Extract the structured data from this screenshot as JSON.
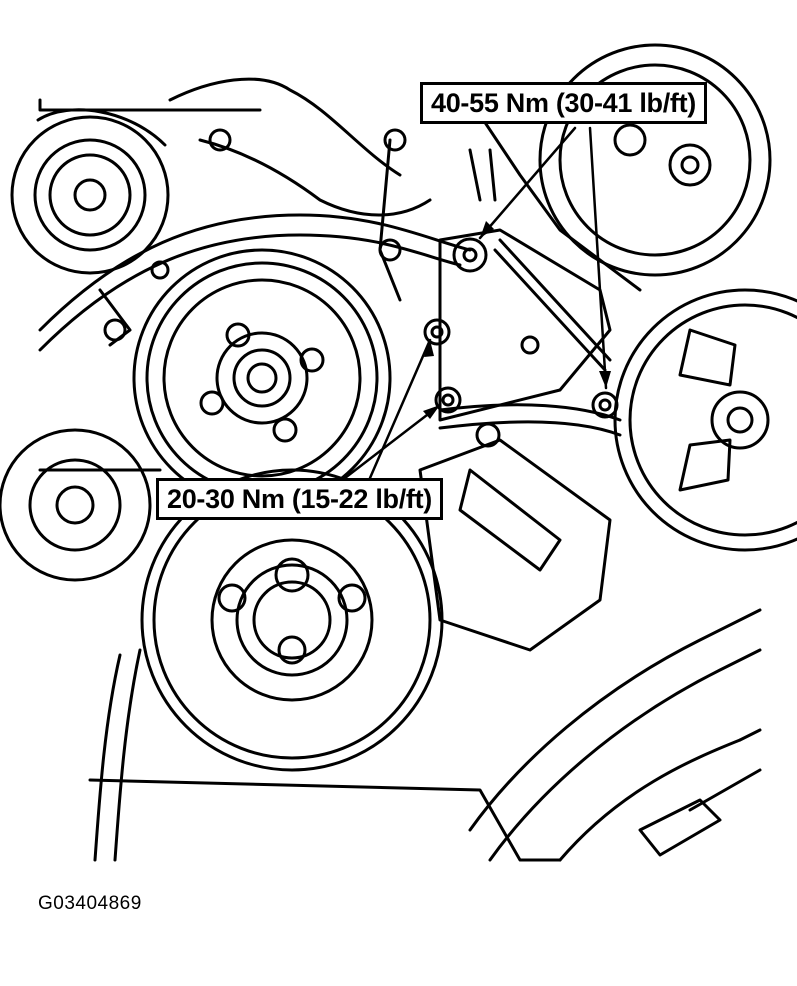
{
  "callouts": {
    "upper_torque": "40-55 Nm (30-41 lb/ft)",
    "lower_torque": "20-30 Nm (15-22 lb/ft)"
  },
  "figure_id": "G03404869",
  "colors": {
    "ink": "#000000",
    "paper": "#ffffff"
  }
}
